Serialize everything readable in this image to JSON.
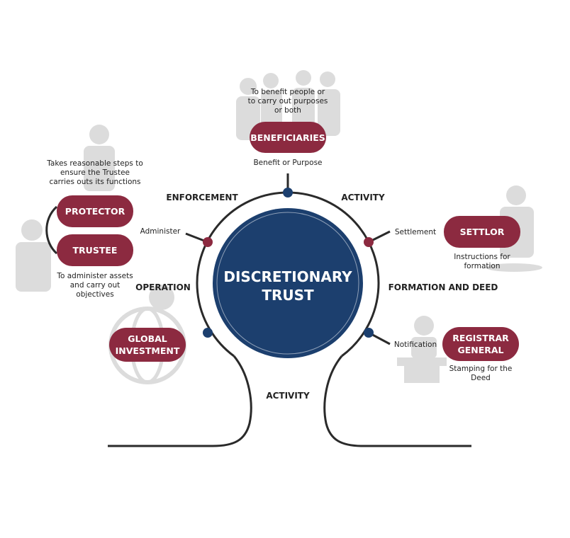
{
  "center": {
    "line1": "DISCRETIONARY",
    "line2": "TRUST"
  },
  "stages": {
    "enforcement": "ENFORCEMENT",
    "activity_top": "ACTIVITY",
    "operation": "OPERATION",
    "formation": "FORMATION AND DEED",
    "activity_bottom": "ACTIVITY"
  },
  "beneficiaries": {
    "label": "BENEFICIARIES",
    "desc": [
      "To benefit people or",
      "to carry out purposes",
      "or both"
    ],
    "connector": "Benefit or Purpose"
  },
  "protector": {
    "label": "PROTECTOR",
    "desc": [
      "Takes reasonable steps to",
      "ensure the Trustee",
      "carries outs its functions"
    ]
  },
  "trustee": {
    "label": "TRUSTEE",
    "desc": [
      "To administer assets",
      "and carry out",
      "objectives"
    ],
    "connector": "Administer"
  },
  "settlor": {
    "label": "SETTLOR",
    "desc": [
      "Instructions for",
      "formation"
    ],
    "connector": "Settlement"
  },
  "global_investment": {
    "label": [
      "GLOBAL",
      "INVESTMENT"
    ]
  },
  "registrar": {
    "label": [
      "REGISTRAR",
      "GENERAL"
    ],
    "desc": [
      "Stamping for the",
      "Deed"
    ],
    "connector": "Notification"
  },
  "colors": {
    "maroon": "#8c2a40",
    "navy": "#1c3f6e",
    "line": "#2a2a2a",
    "silhouette": "#dcdcdc"
  }
}
